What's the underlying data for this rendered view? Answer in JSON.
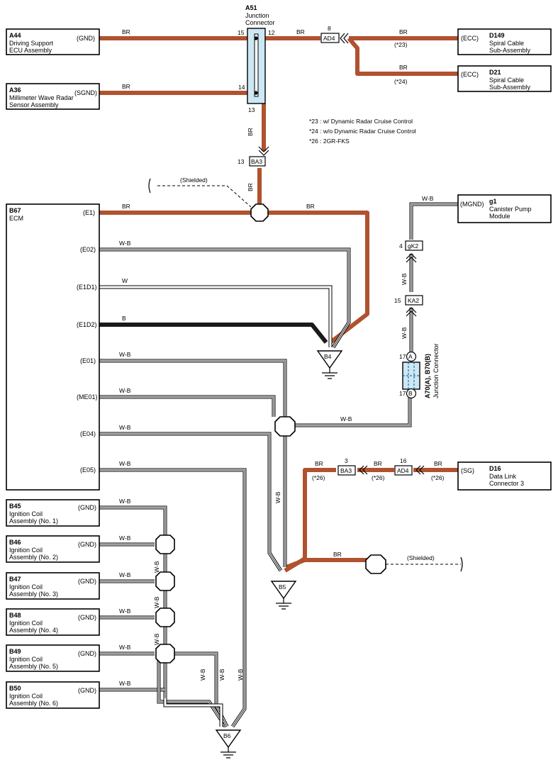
{
  "components": {
    "a44": {
      "code": "A44",
      "name1": "Driving Support",
      "name2": "ECU Assembly",
      "pin": "(GND)"
    },
    "a36": {
      "code": "A36",
      "name1": "Millimeter Wave Radar",
      "name2": "Sensor Assembly",
      "pin": "(SGND)"
    },
    "d149": {
      "code": "D149",
      "name1": "Spiral Cable",
      "name2": "Sub-Assembly",
      "pin": "(ECC)"
    },
    "d21": {
      "code": "D21",
      "name1": "Spiral Cable",
      "name2": "Sub-Assembly",
      "pin": "(ECC)"
    },
    "b67": {
      "code": "B67",
      "name1": "ECM",
      "pins": [
        "(E1)",
        "(E02)",
        "(E1D1)",
        "(E1D2)",
        "(E01)",
        "(ME01)",
        "(E04)",
        "(E05)"
      ]
    },
    "g1": {
      "code": "g1",
      "name1": "Canister Pump",
      "name2": "Module",
      "pin": "(MGND)"
    },
    "d16": {
      "code": "D16",
      "name1": "Data Link",
      "name2": "Connector 3",
      "pin": "(SG)"
    },
    "coils": [
      {
        "code": "B45",
        "name1": "Ignition Coil",
        "name2": "Assembly (No. 1)",
        "pin": "(GND)"
      },
      {
        "code": "B46",
        "name1": "Ignition Coil",
        "name2": "Assembly (No. 2)",
        "pin": "(GND)"
      },
      {
        "code": "B47",
        "name1": "Ignition Coil",
        "name2": "Assembly (No. 3)",
        "pin": "(GND)"
      },
      {
        "code": "B48",
        "name1": "Ignition Coil",
        "name2": "Assembly (No. 4)",
        "pin": "(GND)"
      },
      {
        "code": "B49",
        "name1": "Ignition Coil",
        "name2": "Assembly (No. 5)",
        "pin": "(GND)"
      },
      {
        "code": "B50",
        "name1": "Ignition Coil",
        "name2": "Assembly (No. 6)",
        "pin": "(GND)"
      }
    ]
  },
  "junction_a51": {
    "code": "A51",
    "name1": "Junction",
    "name2": "Connector",
    "pins": [
      "15",
      "12",
      "14",
      "13"
    ]
  },
  "junction_a70": {
    "label": "A70(A), B70(B)",
    "name": "Junction Connector",
    "pin_a": "A",
    "pin_b": "B",
    "num_top": "17",
    "num_bottom": "17"
  },
  "connectors": {
    "ad4_top": {
      "code": "AD4",
      "pin": "8"
    },
    "ba3_top": {
      "code": "BA3",
      "pin": "13"
    },
    "gk2": {
      "code": "gK2",
      "pin": "4"
    },
    "ka2": {
      "code": "KA2",
      "pin": "15"
    },
    "ba3_low": {
      "code": "BA3",
      "pin": "3"
    },
    "ad4_low": {
      "code": "AD4",
      "pin": "16"
    }
  },
  "grounds": {
    "b4": "B4",
    "b5": "B5",
    "b6": "B6"
  },
  "wire_colors": {
    "br": "BR",
    "wb": "W-B",
    "w": "W",
    "b": "B",
    "br_hex": "#b0522f",
    "b_hex": "#1a1a1a"
  },
  "notes": {
    "n23": "*23 : w/ Dynamic Radar Cruise Control",
    "n24": "*24 : w/o Dynamic Radar Cruise Control",
    "n26": "*26 : 2GR-FKS",
    "tag23": "(*23)",
    "tag24": "(*24)",
    "tag26": "(*26)",
    "shielded": "(Shielded)"
  }
}
